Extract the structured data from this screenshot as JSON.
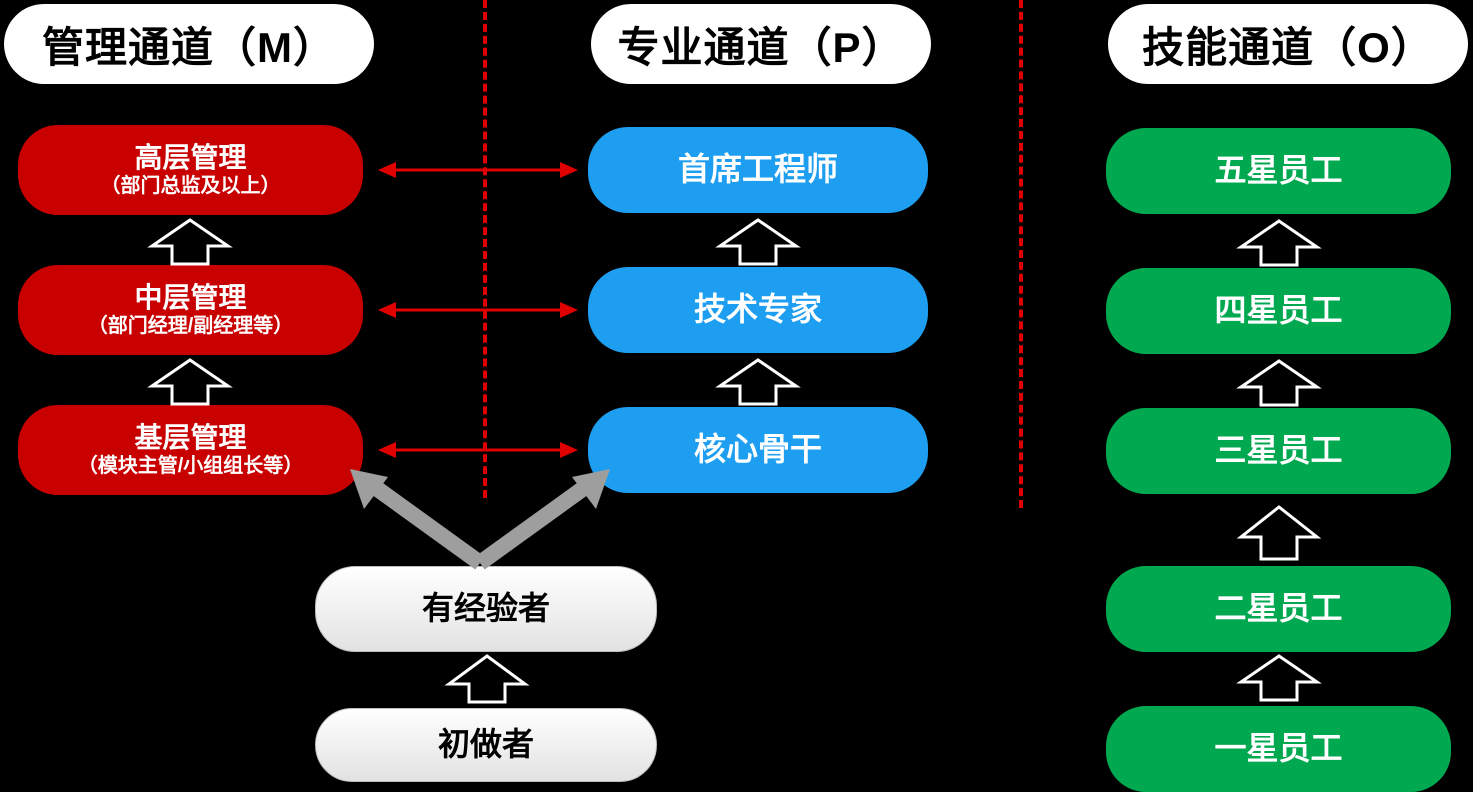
{
  "columns": [
    {
      "key": "m",
      "header": "管理通道（M）"
    },
    {
      "key": "p",
      "header": "专业通道（P）"
    },
    {
      "key": "o",
      "header": "技能通道（O）"
    }
  ],
  "management_track": [
    {
      "title": "高层管理",
      "subtitle": "（部门总监及以上）"
    },
    {
      "title": "中层管理",
      "subtitle": "（部门经理/副经理等）"
    },
    {
      "title": "基层管理",
      "subtitle": "（模块主管/小组组长等）"
    }
  ],
  "professional_track": [
    {
      "title": "首席工程师"
    },
    {
      "title": "技术专家"
    },
    {
      "title": "核心骨干"
    }
  ],
  "skill_track": [
    {
      "title": "五星员工"
    },
    {
      "title": "四星员工"
    },
    {
      "title": "三星员工"
    },
    {
      "title": "二星员工"
    },
    {
      "title": "一星员工"
    }
  ],
  "entry_track": [
    {
      "title": "有经验者"
    },
    {
      "title": "初做者"
    }
  ],
  "colors": {
    "background": "#000000",
    "management": "#c80000",
    "professional": "#1e9ef0",
    "skill": "#00a850",
    "entry": "#ffffff",
    "divider": "#e00000",
    "transition_arrow": "#9e9e9e",
    "promotion_arrow": "#ffffff"
  },
  "icons": {
    "promotion": "up-arrow-icon",
    "lateral": "double-headed-arrow-icon",
    "entry_branch": "diagonal-double-arrow-icon"
  }
}
